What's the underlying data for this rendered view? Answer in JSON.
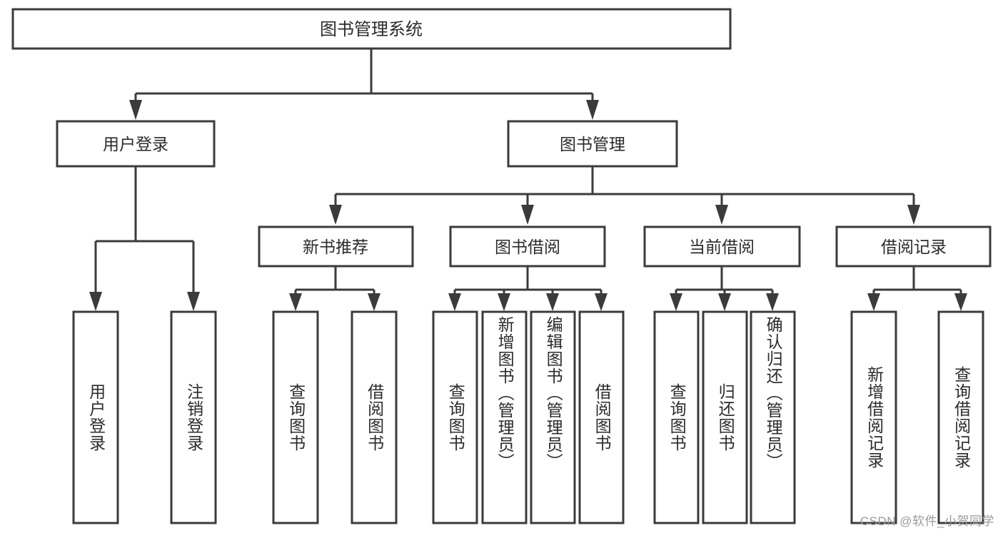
{
  "diagram": {
    "type": "tree",
    "title": "图书管理系统",
    "orientation": "top-down",
    "colors": {
      "box_stroke": "#3b3b3b",
      "box_fill": "#ffffff",
      "text": "#2b2b2b",
      "background": "#ffffff",
      "watermark": "#9a9a9a"
    },
    "root": {
      "label": "图书管理系统"
    },
    "level2": [
      {
        "label": "用户登录"
      },
      {
        "label": "图书管理"
      }
    ],
    "level3": [
      {
        "label": "新书推荐"
      },
      {
        "label": "图书借阅"
      },
      {
        "label": "当前借阅"
      },
      {
        "label": "借阅记录"
      }
    ],
    "leaves": {
      "user_login": [
        {
          "label": "用户登录"
        },
        {
          "label": "注销登录"
        }
      ],
      "new_book": [
        {
          "label": "查询图书"
        },
        {
          "label": "借阅图书"
        }
      ],
      "book_borrow": [
        {
          "label": "查询图书"
        },
        {
          "label": "新增图书（管理员）"
        },
        {
          "label": "编辑图书（管理员）"
        },
        {
          "label": "借阅图书"
        }
      ],
      "current_borrow": [
        {
          "label": "查询图书"
        },
        {
          "label": "归还图书"
        },
        {
          "label": "确认归还（管理员）"
        }
      ],
      "borrow_record": [
        {
          "label": "新增借阅记录"
        },
        {
          "label": "查询借阅记录"
        }
      ]
    }
  },
  "watermark": {
    "text": "CSDN @软件_小贺同学"
  }
}
